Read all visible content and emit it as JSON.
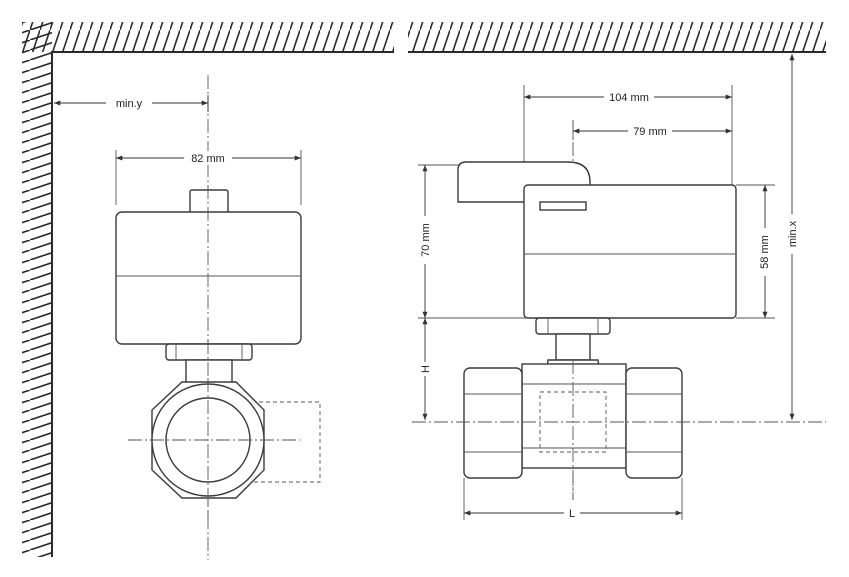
{
  "figure": {
    "dimensions": {
      "min_y": "min.y",
      "width_82": "82 mm",
      "width_104": "104 mm",
      "width_79": "79 mm",
      "height_70": "70 mm",
      "height_58": "58 mm",
      "height_h": "H",
      "min_x": "min.x",
      "length_l": "L"
    }
  }
}
